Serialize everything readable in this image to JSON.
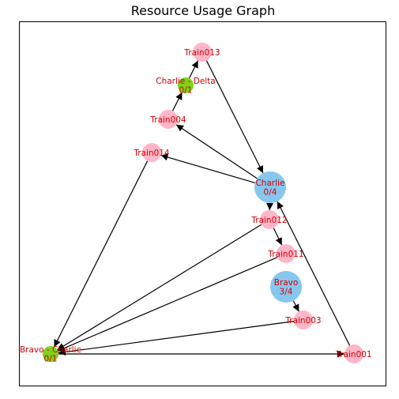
{
  "title": "Resource Usage Graph",
  "colors": {
    "resource_node": "#87c6ee",
    "train_node": "#ffb6c8",
    "link_node": "#7fd21b",
    "label_text": "#d40000",
    "edge": "#000000",
    "frame": "#000000"
  },
  "nodes": [
    {
      "id": "Train013",
      "label": "Train013",
      "type": "train"
    },
    {
      "id": "Charlie-Delta",
      "label": "Charlie - Delta\n0/1",
      "type": "link"
    },
    {
      "id": "Train004",
      "label": "Train004",
      "type": "train"
    },
    {
      "id": "Train014",
      "label": "Train014",
      "type": "train"
    },
    {
      "id": "Charlie",
      "label": "Charlie\n0/4",
      "type": "resource"
    },
    {
      "id": "Train012",
      "label": "Train012",
      "type": "train"
    },
    {
      "id": "Train011",
      "label": "Train011",
      "type": "train"
    },
    {
      "id": "Bravo",
      "label": "Bravo\n3/4",
      "type": "resource"
    },
    {
      "id": "Train003",
      "label": "Train003",
      "type": "train"
    },
    {
      "id": "Bravo-Charlie",
      "label": "Bravo - Charlie\n0/1",
      "type": "link"
    },
    {
      "id": "Train001",
      "label": "Train001",
      "type": "train"
    }
  ],
  "edges": [
    {
      "from": "Charlie-Delta",
      "to": "Train013"
    },
    {
      "from": "Train004",
      "to": "Charlie-Delta"
    },
    {
      "from": "Charlie",
      "to": "Train004"
    },
    {
      "from": "Charlie",
      "to": "Train014"
    },
    {
      "from": "Train013",
      "to": "Charlie"
    },
    {
      "from": "Charlie",
      "to": "Train012"
    },
    {
      "from": "Train012",
      "to": "Train011"
    },
    {
      "from": "Train014",
      "to": "Bravo-Charlie"
    },
    {
      "from": "Train012",
      "to": "Bravo-Charlie"
    },
    {
      "from": "Train011",
      "to": "Bravo-Charlie"
    },
    {
      "from": "Train003",
      "to": "Bravo-Charlie"
    },
    {
      "from": "Bravo",
      "to": "Train003"
    },
    {
      "from": "Bravo-Charlie",
      "to": "Train001"
    },
    {
      "from": "Train001",
      "to": "Charlie"
    }
  ]
}
